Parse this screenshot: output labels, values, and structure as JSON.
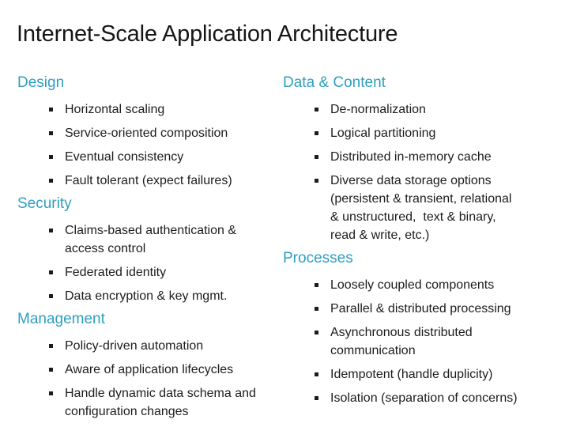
{
  "slide": {
    "title": "Internet-Scale Application Architecture",
    "accent_color": "#2f9fc1",
    "text_color": "#1c1c1c",
    "background_color": "#ffffff",
    "bullet_icon": "square-bullet"
  },
  "columns": {
    "left": {
      "sections": [
        {
          "heading": "Design",
          "items": [
            "Horizontal scaling",
            "Service-oriented composition",
            "Eventual consistency",
            "Fault tolerant (expect failures)"
          ]
        },
        {
          "heading": "Security",
          "items": [
            "Claims-based authentication &\naccess control",
            "Federated identity",
            "Data encryption & key mgmt."
          ]
        },
        {
          "heading": "Management",
          "items": [
            "Policy-driven automation",
            "Aware of application lifecycles",
            "Handle dynamic data schema and\nconfiguration changes"
          ]
        }
      ]
    },
    "right": {
      "sections": [
        {
          "heading": "Data & Content",
          "items": [
            "De-normalization",
            "Logical partitioning",
            "Distributed in-memory cache",
            "Diverse data storage options\n(persistent & transient, relational\n& unstructured,  text & binary,\nread & write, etc.)"
          ]
        },
        {
          "heading": "Processes",
          "items": [
            "Loosely coupled components",
            "Parallel & distributed processing",
            "Asynchronous distributed\ncommunication",
            "Idempotent (handle duplicity)",
            "Isolation (separation of concerns)"
          ]
        }
      ]
    }
  }
}
